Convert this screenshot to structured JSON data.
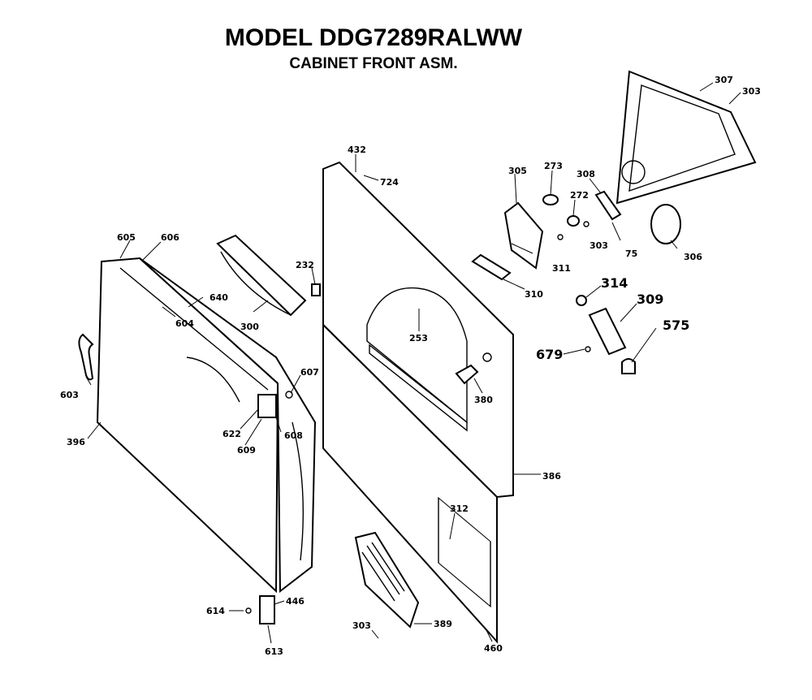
{
  "title": "MODEL DDG7289RALWW",
  "subtitle": "CABINET FRONT ASM.",
  "labels": {
    "p307": "307",
    "p303a": "303",
    "p432": "432",
    "p724": "724",
    "p305": "305",
    "p273": "273",
    "p272": "272",
    "p308a": "308",
    "p303b": "303",
    "p311": "311",
    "p75": "75",
    "p306": "306",
    "p310": "310",
    "p314": "314",
    "p309": "309",
    "p575": "575",
    "p679": "679",
    "p605": "605",
    "p606": "606",
    "p300": "300",
    "p232": "232",
    "p640": "640",
    "p604": "604",
    "p253": "253",
    "p380": "380",
    "p607": "607",
    "p603": "603",
    "p622": "622",
    "p608": "608",
    "p609": "609",
    "p396": "396",
    "p386": "386",
    "p312": "312",
    "p614": "614",
    "p446": "446",
    "p613": "613",
    "p303c": "303",
    "p389": "389",
    "p460": "460"
  }
}
